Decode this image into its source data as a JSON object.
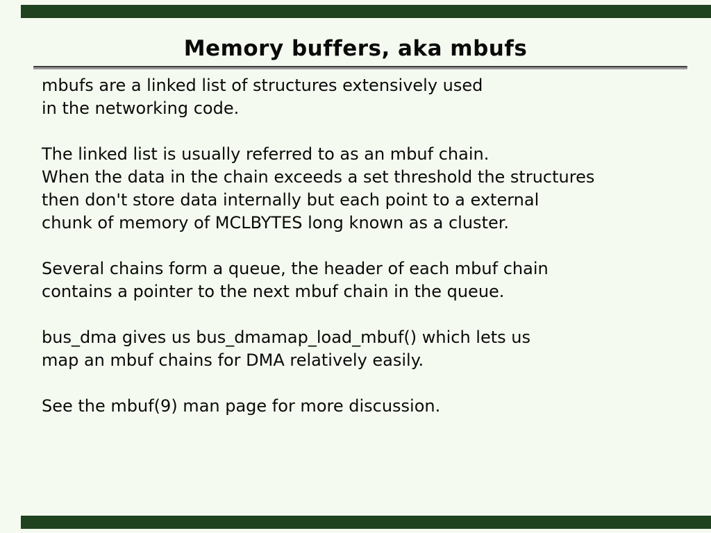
{
  "slide": {
    "title": "Memory buffers, aka mbufs",
    "paragraphs": [
      {
        "lines": [
          "mbufs are a linked list of structures extensively used",
          "in the networking code."
        ]
      },
      {
        "lines": [
          "The linked list is usually referred to as an mbuf chain.",
          "When the data in the chain exceeds a set threshold the structures",
          "then don't store data internally but each point to a external",
          "chunk of memory of MCLBYTES long known as a cluster."
        ]
      },
      {
        "lines": [
          "Several chains form a queue, the header of each mbuf chain",
          "contains a pointer to the next mbuf chain in the queue."
        ]
      },
      {
        "lines": [
          "bus_dma gives us bus_dmamap_load_mbuf() which lets us",
          "map an mbuf chains for DMA relatively easily."
        ]
      },
      {
        "lines": [
          "See the mbuf(9) man page for more discussion."
        ]
      }
    ],
    "colors": {
      "background": "#f5faf0",
      "bar": "#1e431e",
      "text": "#0a0a0a"
    }
  }
}
